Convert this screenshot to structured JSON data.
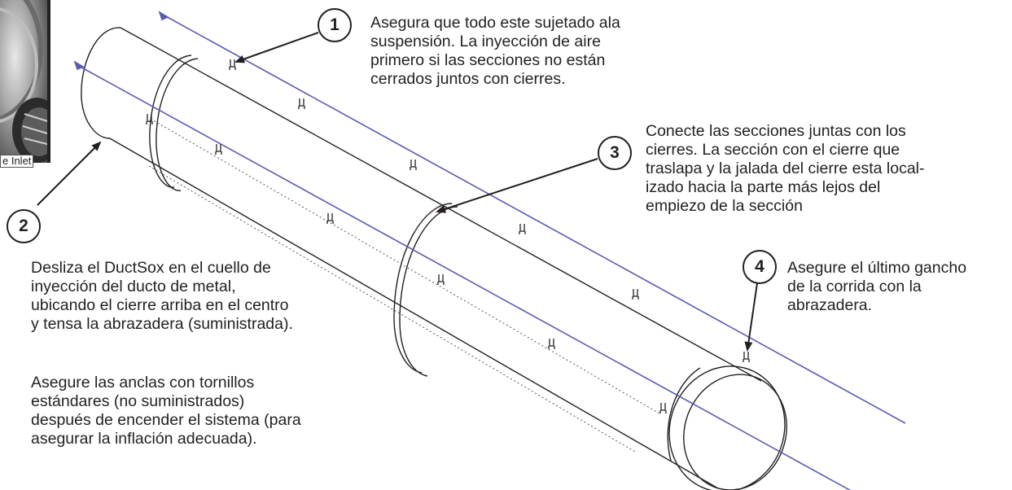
{
  "photo": {
    "label": "e Inlet"
  },
  "callouts": [
    {
      "number": "1",
      "lines": [
        "Asegura que todo este sujetado ala",
        "suspensión. La inyección de aire",
        "primero si las secciones no están",
        "cerrados juntos con cierres."
      ]
    },
    {
      "number": "2",
      "lines": [
        "Desliza el DuctSox en el cuello de",
        "inyección del ducto de metal,",
        "ubicando el cierre arriba en el centro",
        "y tensa la abrazadera (suministrada)."
      ]
    },
    {
      "number": "3",
      "lines": [
        "Conecte las secciones juntas con los",
        "cierres.  La sección con el cierre que",
        "traslapa y la jalada del cierre esta local-",
        "izado hacia la parte más lejos del",
        "empiezo de la sección"
      ]
    },
    {
      "number": "4",
      "lines": [
        "Asegure el último gancho",
        "de la corrida con la",
        "abrazadera."
      ]
    }
  ],
  "note": {
    "lines": [
      "Asegure las anclas con tornillos",
      "estándares (no suministrados)",
      "después de encender el sistema (para",
      "asegurar la inflación adecuada)."
    ]
  },
  "colors": {
    "cable": "#5b5bb4",
    "outline": "#231f20"
  },
  "icons": [
    "arrow",
    "hanger-clip",
    "zipper-line"
  ]
}
